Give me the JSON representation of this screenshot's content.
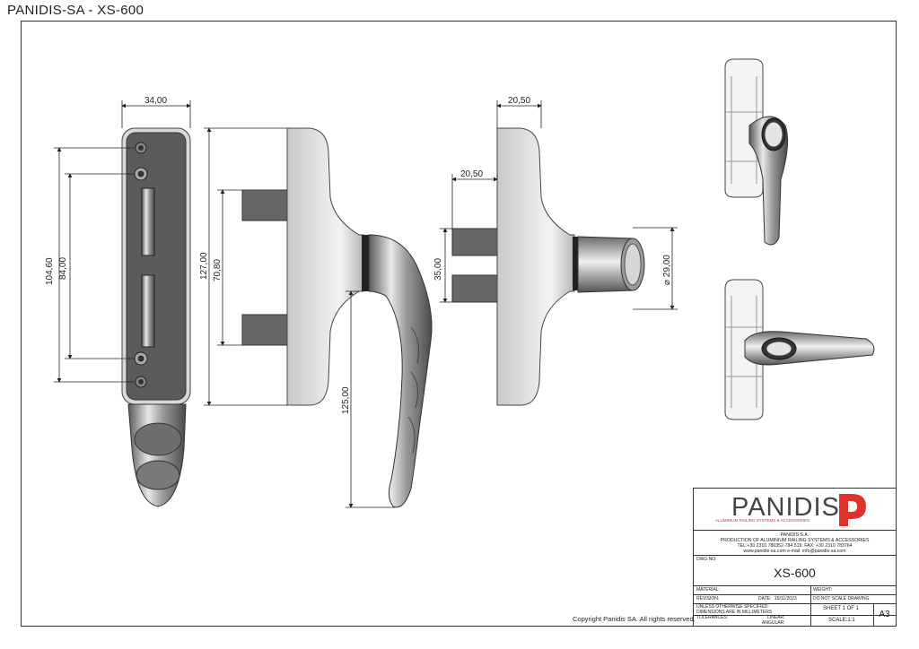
{
  "header": {
    "title": "PANIDIS-SA  -  XS-600"
  },
  "dimensions": {
    "plate_width": "34,00",
    "outer_holes": "104,60",
    "inner_holes": "84,00",
    "total_height": "127,00",
    "spindle_spacing": "70,80",
    "handle_length": "125,00",
    "side_depth_1": "20,50",
    "side_depth_2": "20,50",
    "spindle_gap": "35,00",
    "knob_diameter": "⌀ 29,00"
  },
  "copyright": "Copyright Panidis SA. All rights reserved.",
  "title_block": {
    "brand": "PANIDIS",
    "tagline": "ALUMINIUM RAILING SYSTEMS & ACCESSORIES",
    "company_lines": [
      "PANIDIS S.A.",
      "PRODUCTION OF ALUMINIUM RAILING SYSTEMS & ACCESSORIES",
      "TEL:+30 2310 780352-784 519, FAX: +30 2310 783764",
      "www.panidis-sa.com   e-mail: info@panidis-sa.com"
    ],
    "dwg_no_label": "DWG NO:",
    "dwg_no": "XS-600",
    "material_label": "MATERIAL:",
    "weight_label": "WEIGHT:",
    "revision_label": "REVISION:",
    "date_label": "DATE:",
    "date": "15/11/2023",
    "no_scale": "DO NOT SCALE DRAWING",
    "units_line1": "UNLESS OTHERWISE SPECIFIED:",
    "units_line2": "DIMENSIONS ARE IN MILLIMETERS",
    "sheet": "SHEET 1 OF 1",
    "tolerances_label": "TOLERANCES:",
    "linear_label": "LINEAR:",
    "angular_label": "ANGULAR:",
    "scale": "SCALE:1:1",
    "size": "A3"
  }
}
